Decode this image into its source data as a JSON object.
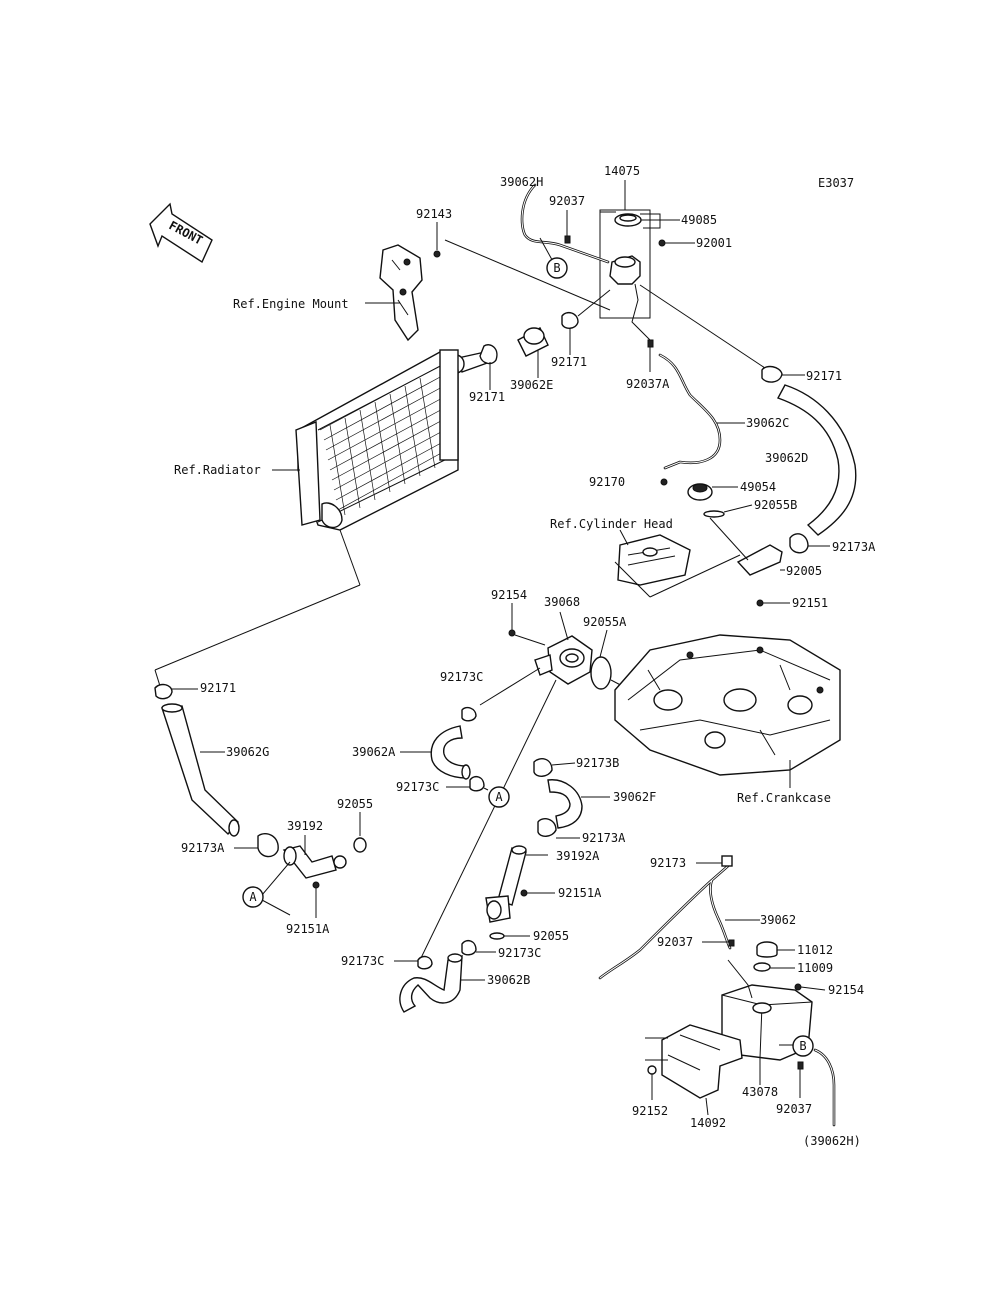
{
  "diagram_code": "E3037",
  "front_label": "FRONT",
  "labels": {
    "l14075": "14075",
    "l39062H": "39062H",
    "l92037_top": "92037",
    "l49085": "49085",
    "l92001": "92001",
    "l92143": "92143",
    "ref_engine_mount": "Ref.Engine Mount",
    "l92171_a": "92171",
    "l39062E": "39062E",
    "l92171_b": "92171",
    "l92037A": "92037A",
    "l92171_c": "92171",
    "l39062C": "39062C",
    "l39062D": "39062D",
    "ref_radiator": "Ref.Radiator",
    "l92170": "92170",
    "l49054": "49054",
    "l92055B": "92055B",
    "ref_cylinder_head": "Ref.Cylinder Head",
    "l92173A_top": "92173A",
    "l92005": "92005",
    "l92151": "92151",
    "l92154_top": "92154",
    "l39068": "39068",
    "l92055A": "92055A",
    "l92171_d": "92171",
    "l92173C_a": "92173C",
    "l39062G": "39062G",
    "l39062A": "39062A",
    "l92173B": "92173B",
    "l92173C_b": "92173C",
    "l39062F": "39062F",
    "ref_crankcase": "Ref.Crankcase",
    "l92055_left": "92055",
    "l39192": "39192",
    "l92173A_mid": "92173A",
    "l92173A_left": "92173A",
    "l39192A": "39192A",
    "l92151A_mid": "92151A",
    "l92151A_left": "92151A",
    "l92055_mid": "92055",
    "l92173C_c": "92173C",
    "l92173C_d": "92173C",
    "l39062B": "39062B",
    "l92173": "92173",
    "l39062": "39062",
    "l92037_mid": "92037",
    "l11012": "11012",
    "l11009": "11009",
    "l92154_right": "92154",
    "l92152": "92152",
    "l14092": "14092",
    "l43078": "43078",
    "l92037_bot": "92037",
    "l39062H_paren": "(39062H)"
  },
  "callouts": {
    "A_left": "A",
    "A_mid": "A",
    "B_top": "B",
    "B_bot": "B"
  }
}
